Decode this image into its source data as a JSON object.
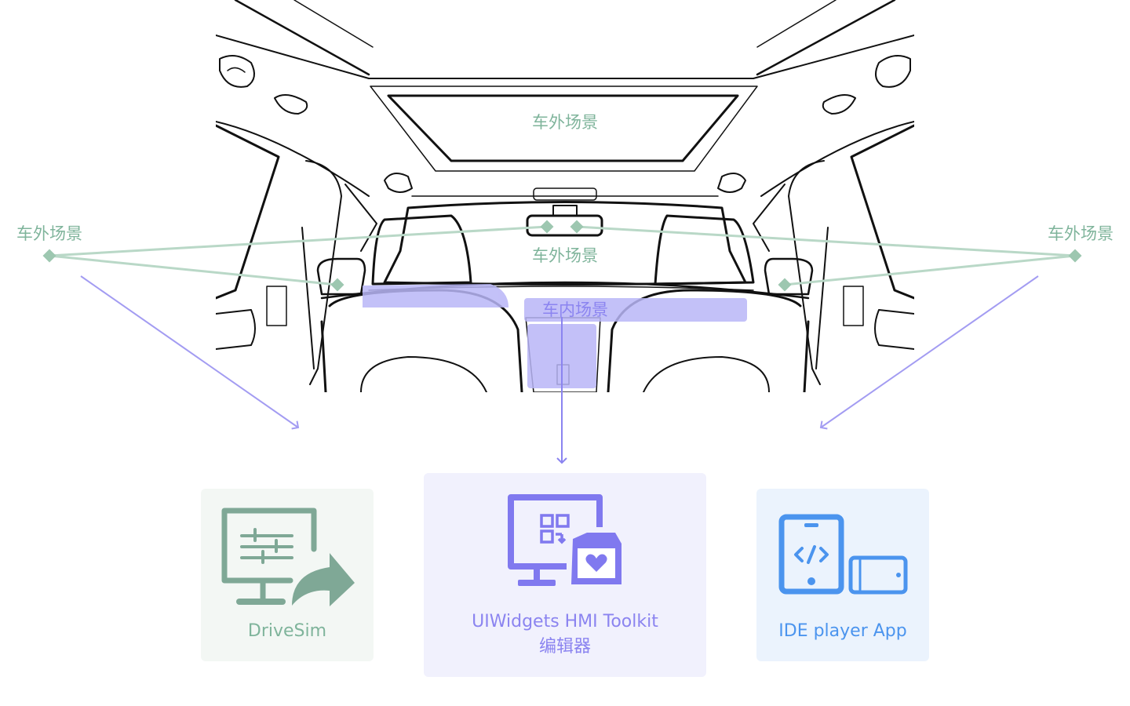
{
  "scene_labels": {
    "exterior_top": "车外场景",
    "exterior_windshield": "车外场景",
    "exterior_left": "车外场景",
    "exterior_right": "车外场景",
    "interior": "车内场景"
  },
  "cards": {
    "drivesim": {
      "label": "DriveSim",
      "icon": "monitor-sliders-share-icon"
    },
    "uiwidgets": {
      "label_line1": "UIWidgets HMI Toolkit",
      "label_line2": "编辑器",
      "icon": "monitor-box-heart-icon"
    },
    "ide": {
      "label": "IDE player App",
      "icon": "tablet-code-phone-icon"
    }
  },
  "colors": {
    "exterior_green": "#7fb49b",
    "interior_purple": "#8b84f0",
    "ide_blue": "#4b94ee",
    "drivesim_bg": "#f3f7f4",
    "uiwidgets_bg": "#f1f1fd",
    "ide_bg": "#ebf3fd"
  }
}
